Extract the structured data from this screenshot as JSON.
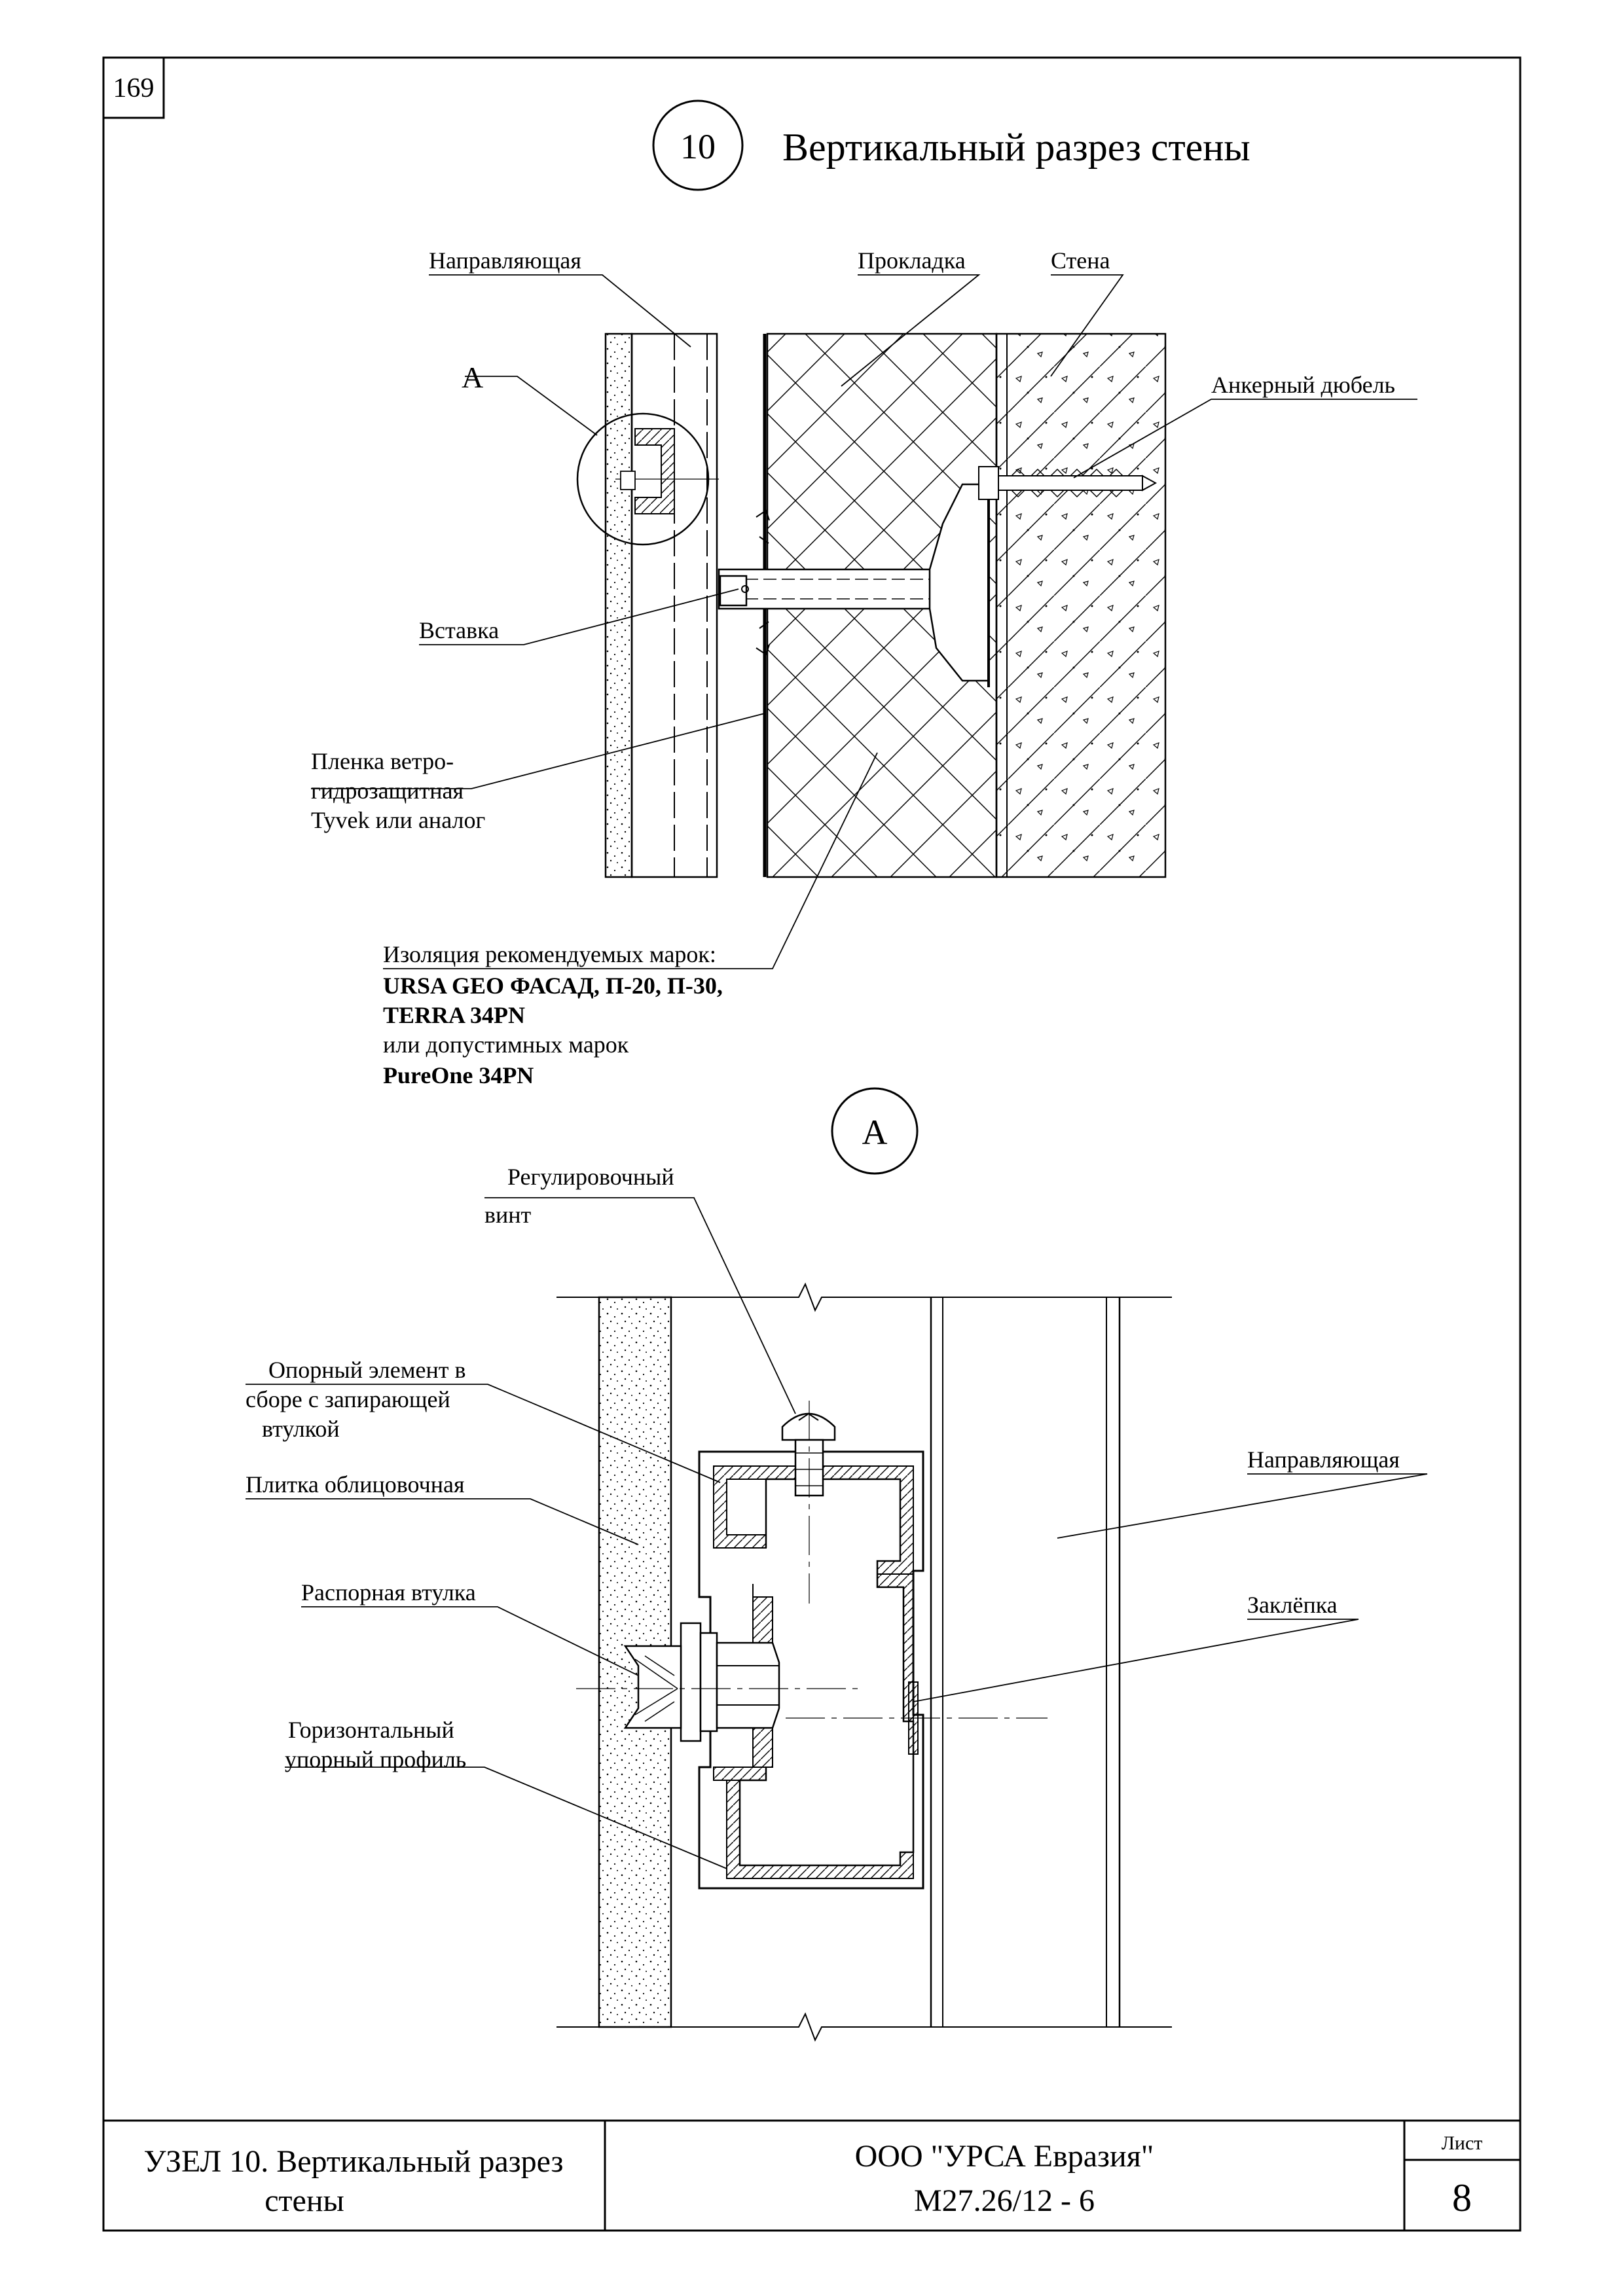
{
  "sheet": {
    "page_number": "169",
    "title_block": {
      "node_title_line1": "УЗЕЛ 10. Вертикальный разрез",
      "node_title_line2": "стены",
      "company": "ООО \"УРСА Евразия\"",
      "doc_code": "М27.26/12 - 6",
      "sheet_label": "Лист",
      "sheet_number": "8"
    }
  },
  "section": {
    "marker": "10",
    "title": "Вертикальный разрез стены",
    "callout_marker": "А",
    "labels": {
      "guide_rail": "Направляющая",
      "spacer": "Прокладка",
      "wall": "Стена",
      "anchor": "Анкерный дюбель",
      "insert": "Вставка",
      "membrane_1": "Пленка ветро-",
      "membrane_2": "гидрозащитная",
      "membrane_3": "Tyvek или аналог",
      "insul_1": "Изоляция рекомендуемых марок:",
      "insul_2": "URSA GEO ФАСАД, П-20, П-30,",
      "insul_3": "TERRA 34PN",
      "insul_4": "или допустимных марок",
      "insul_5": "PureOne 34PN"
    }
  },
  "detail": {
    "marker": "А",
    "labels": {
      "screw_1": "Регулировочный",
      "screw_2": "винт",
      "support_1": "Опорный элемент в",
      "support_2": "сборе с запирающей",
      "support_3": "втулкой",
      "tile": "Плитка облицовочная",
      "sleeve": "Распорная втулка",
      "profile_1": "Горизонтальный",
      "profile_2": "упорный профиль",
      "guide_rail": "Направляющая",
      "rivet": "Заклёпка"
    }
  }
}
